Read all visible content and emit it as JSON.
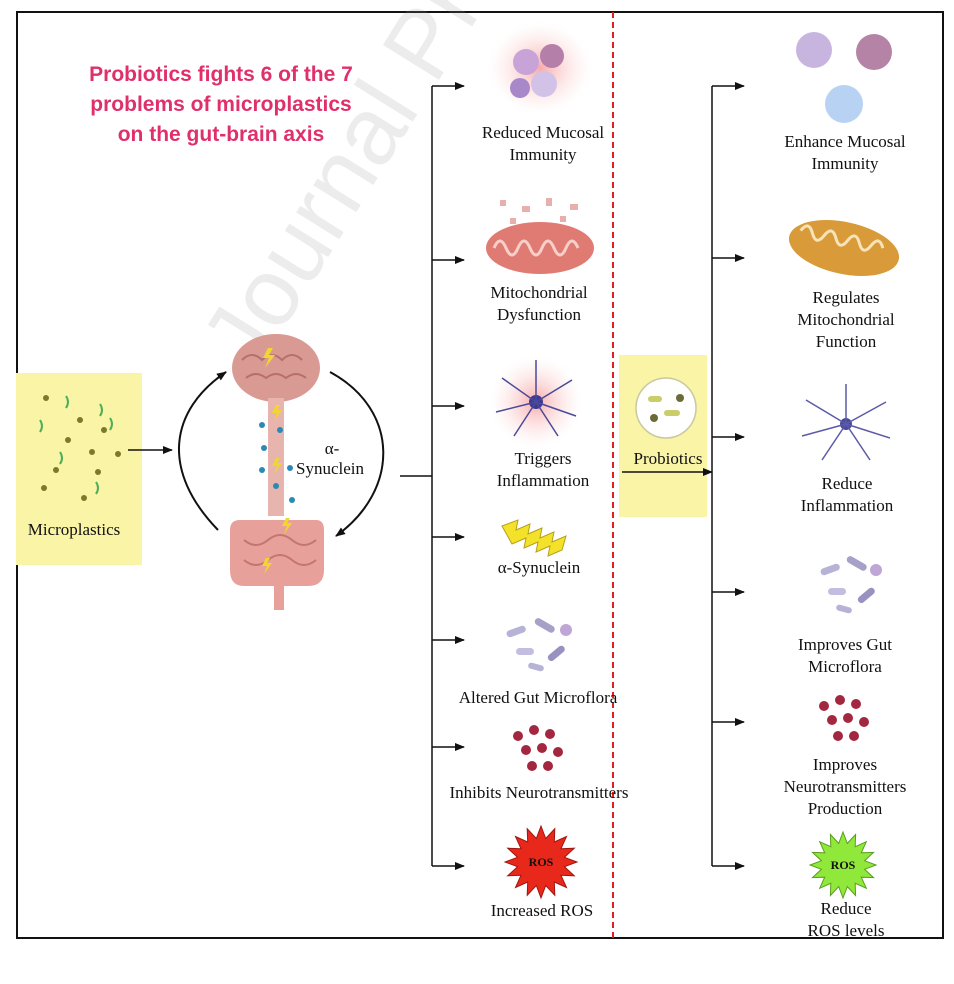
{
  "heading": {
    "line1": "Probiotics fights 6 of the 7",
    "line2": "problems of microplastics",
    "line3": "on the gut-brain axis"
  },
  "watermark": "Journal Pre-proof",
  "left": {
    "microplastics_label": "Microplastics",
    "synuclein_label_1": "α-",
    "synuclein_label_2": "Synuclein"
  },
  "effects": [
    {
      "line1": "Reduced Mucosal",
      "line2": "Immunity",
      "icon": "immune-cells-icon"
    },
    {
      "line1": "Mitochondrial",
      "line2": "Dysfunction",
      "icon": "damaged-mitochondria-icon"
    },
    {
      "line1": "Triggers",
      "line2": "Inflammation",
      "icon": "inflamed-neuron-icon"
    },
    {
      "line1": "α-Synuclein",
      "line2": "",
      "icon": "lightning-bolts-icon"
    },
    {
      "line1": "Altered Gut Microflora",
      "line2": "",
      "icon": "bacteria-icon"
    },
    {
      "line1": "Inhibits Neurotransmitters",
      "line2": "",
      "icon": "neurotransmitter-dots-icon"
    },
    {
      "line1": "Increased ROS",
      "line2": "",
      "icon": "ros-starburst-icon",
      "badge": "ROS"
    }
  ],
  "probiotics_label": "Probiotics",
  "benefits": [
    {
      "line1": "Enhance Mucosal",
      "line2": "Immunity",
      "line3": "",
      "icon": "immune-cells-icon"
    },
    {
      "line1": "Regulates",
      "line2": "Mitochondrial",
      "line3": "Function",
      "icon": "mitochondria-icon"
    },
    {
      "line1": "Reduce",
      "line2": "Inflammation",
      "line3": "",
      "icon": "neuron-icon"
    },
    {
      "line1": "Improves Gut",
      "line2": "Microflora",
      "line3": "",
      "icon": "bacteria-icon"
    },
    {
      "line1": "Improves",
      "line2": "Neurotransmitters",
      "line3": "Production",
      "icon": "neurotransmitter-dots-icon"
    },
    {
      "line1": "Reduce",
      "line2": "ROS levels",
      "line3": "",
      "icon": "ros-starburst-icon",
      "badge": "ROS"
    }
  ],
  "colors": {
    "heading": "#e0306b",
    "highlight": "#f9f4a6",
    "divider": "#e02020",
    "ros_bad": "#e8281a",
    "ros_good": "#8fe83a",
    "organ": "#e8a09a"
  }
}
